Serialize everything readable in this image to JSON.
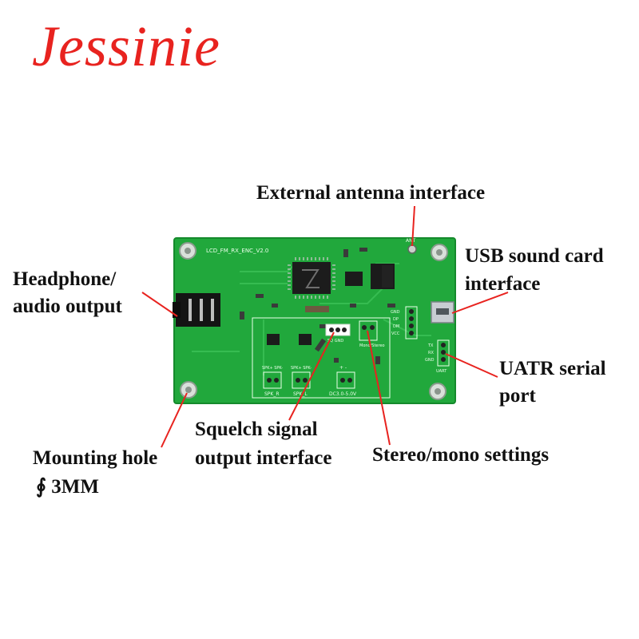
{
  "brand": {
    "name": "Jessinie",
    "color": "#e8231f"
  },
  "board": {
    "name": "LCD_FM_RX_ENC_V2.0",
    "color": "#1fa83a",
    "silkscreen": {
      "ant": "ANT",
      "usb_pins": [
        "GND",
        "DP",
        "DM",
        "VCC"
      ],
      "uart_pins": [
        "TX",
        "RX",
        "GND"
      ],
      "uart": "UART",
      "spk_r": "SPK_R",
      "spk_l": "SPK_L",
      "spk_r_pins": "SPK+ SPK-",
      "spk_l_pins": "SPK+ SPK-",
      "dc": "DC3.0-5.0V",
      "dc_pins": "+    -",
      "stereo": "Mono/Stereo",
      "squelch": "SQ GND"
    }
  },
  "labels": {
    "antenna": "External antenna interface",
    "usb_line1": "USB sound card",
    "usb_line2": "interface",
    "headphone_line1": "Headphone/",
    "headphone_line2": "audio output",
    "uart_line1": "UATR serial",
    "uart_line2": "port",
    "squelch_line1": "Squelch signal",
    "squelch_line2": "output interface",
    "mounting_line1": "Mounting hole",
    "mounting_line2": "∮ 3MM",
    "stereo": "Stereo/mono settings"
  },
  "pointer_color": "#e8231f"
}
